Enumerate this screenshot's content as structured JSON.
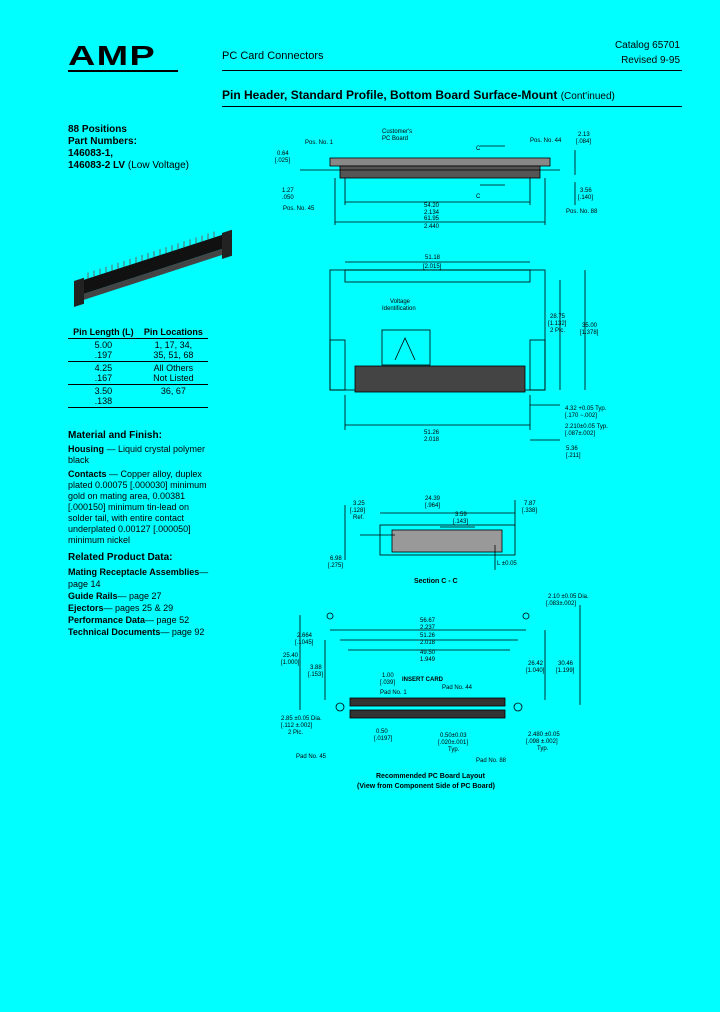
{
  "header": {
    "logo": "AMP",
    "section": "PC Card Connectors",
    "catalog": "Catalog 65701",
    "revised": "Revised 9-95"
  },
  "title": {
    "main": "Pin Header, Standard Profile, Bottom Board Surface-Mount",
    "cont": "(Cont'inued)"
  },
  "product": {
    "positions": "88 Positions",
    "part_label": "Part Numbers:",
    "part1": "146083-1,",
    "part2": "146083-2 LV",
    "part2_note": "(Low Voltage)"
  },
  "pin_table": {
    "headers": [
      "Pin Length (L)",
      "Pin Locations"
    ],
    "rows": [
      {
        "length": "5.00\n.197",
        "locations": "1, 17, 34,\n35, 51, 68"
      },
      {
        "length": "4.25\n.167",
        "locations": "All Others\nNot Listed"
      },
      {
        "length": "3.50\n.138",
        "locations": "36, 67"
      }
    ]
  },
  "material": {
    "heading": "Material and Finish:",
    "housing_label": "Housing",
    "housing_text": " — Liquid crystal polymer black",
    "contacts_label": "Contacts",
    "contacts_text": " — Copper alloy, duplex plated 0.00075 [.000030] minimum gold on mating area, 0.00381 [.000150] minimum tin-lead on solder tail, with entire contact underplated 0.00127 [.000050] minimum nickel"
  },
  "related": {
    "heading": "Related Product Data:",
    "items": [
      {
        "label": "Mating Receptacle Assemblies",
        "text": "— page 14"
      },
      {
        "label": "Guide Rails",
        "text": "— page 27"
      },
      {
        "label": "Ejectors",
        "text": "— pages 25 & 29"
      },
      {
        "label": "Performance Data",
        "text": "— page 52"
      },
      {
        "label": "Technical Documents",
        "text": "— page 92"
      }
    ]
  },
  "drawings": {
    "side": {
      "customers_pc_board": "Customer's\nPC Board",
      "pos1": "Pos. No. 1",
      "pos44": "Pos. No. 44",
      "pos45": "Pos. No. 45",
      "pos88": "Pos. No. 88",
      "c": "C",
      "d064": "0.64\n[.025]",
      "d127": "1.27\n.050",
      "d213": "2.13\n[.084]",
      "d356": "3.56\n[.140]",
      "d5420": "54.20\n2.134",
      "d6195": "61.95\n2.440"
    },
    "top": {
      "d5118": "51.18\n[2.015]",
      "voltage": "Voltage\nIdentification",
      "d2875": "28.75\n[1.132]\n2 Plc.",
      "d3500": "35.00\n[1.378]",
      "d432": "4.32 +0.05\n[.170 −.002] Typ.",
      "d2210": "2.210 ±0.05\n[.087 ±.002] Typ.",
      "d5126": "51.26\n2.018",
      "d536": "5.36\n[.211]"
    },
    "section": {
      "d325": "3.25\n[.128]\nRef.",
      "d2439": "24.39\n[.964]",
      "d787": "7.87\n[.338]",
      "d359": "3.59\n[.143]",
      "d698": "6.98\n[.275]",
      "l": "L ±0.05",
      "caption": "Section C - C"
    },
    "layout": {
      "dia": "2.10 ±0.05\n[.083±.002] Dia.",
      "d5667": "56.67\n2.237",
      "d5126": "51.26\n2.018",
      "d4950": "49.50\n1.949",
      "d2664": "2.664\n[.1045]",
      "d2540": "25.40\n[1.000]",
      "d388": "3.88\n[.153]",
      "d100": "1.00\n[.039]",
      "insert": "INSERT CARD",
      "pad1": "Pad No. 1",
      "pad44": "Pad No. 44",
      "pad45": "Pad No. 45",
      "pad88": "Pad No. 88",
      "d2642": "26.42\n[1.040]",
      "d3046": "30.46\n[1.199]",
      "d285": "2.85 ±0.05 Dia.\n[.112 ±.002]\n2 Plc.",
      "d050": "0.50\n[.0197]",
      "d050b": "0.50±0.03\n[.020±.001]\nTyp.",
      "d2460": "2.480 ±0.05\n[.098 ±.002]\nTyp.",
      "caption1": "Recommended PC Board Layout",
      "caption2": "(View from Component Side of PC Board)"
    }
  }
}
